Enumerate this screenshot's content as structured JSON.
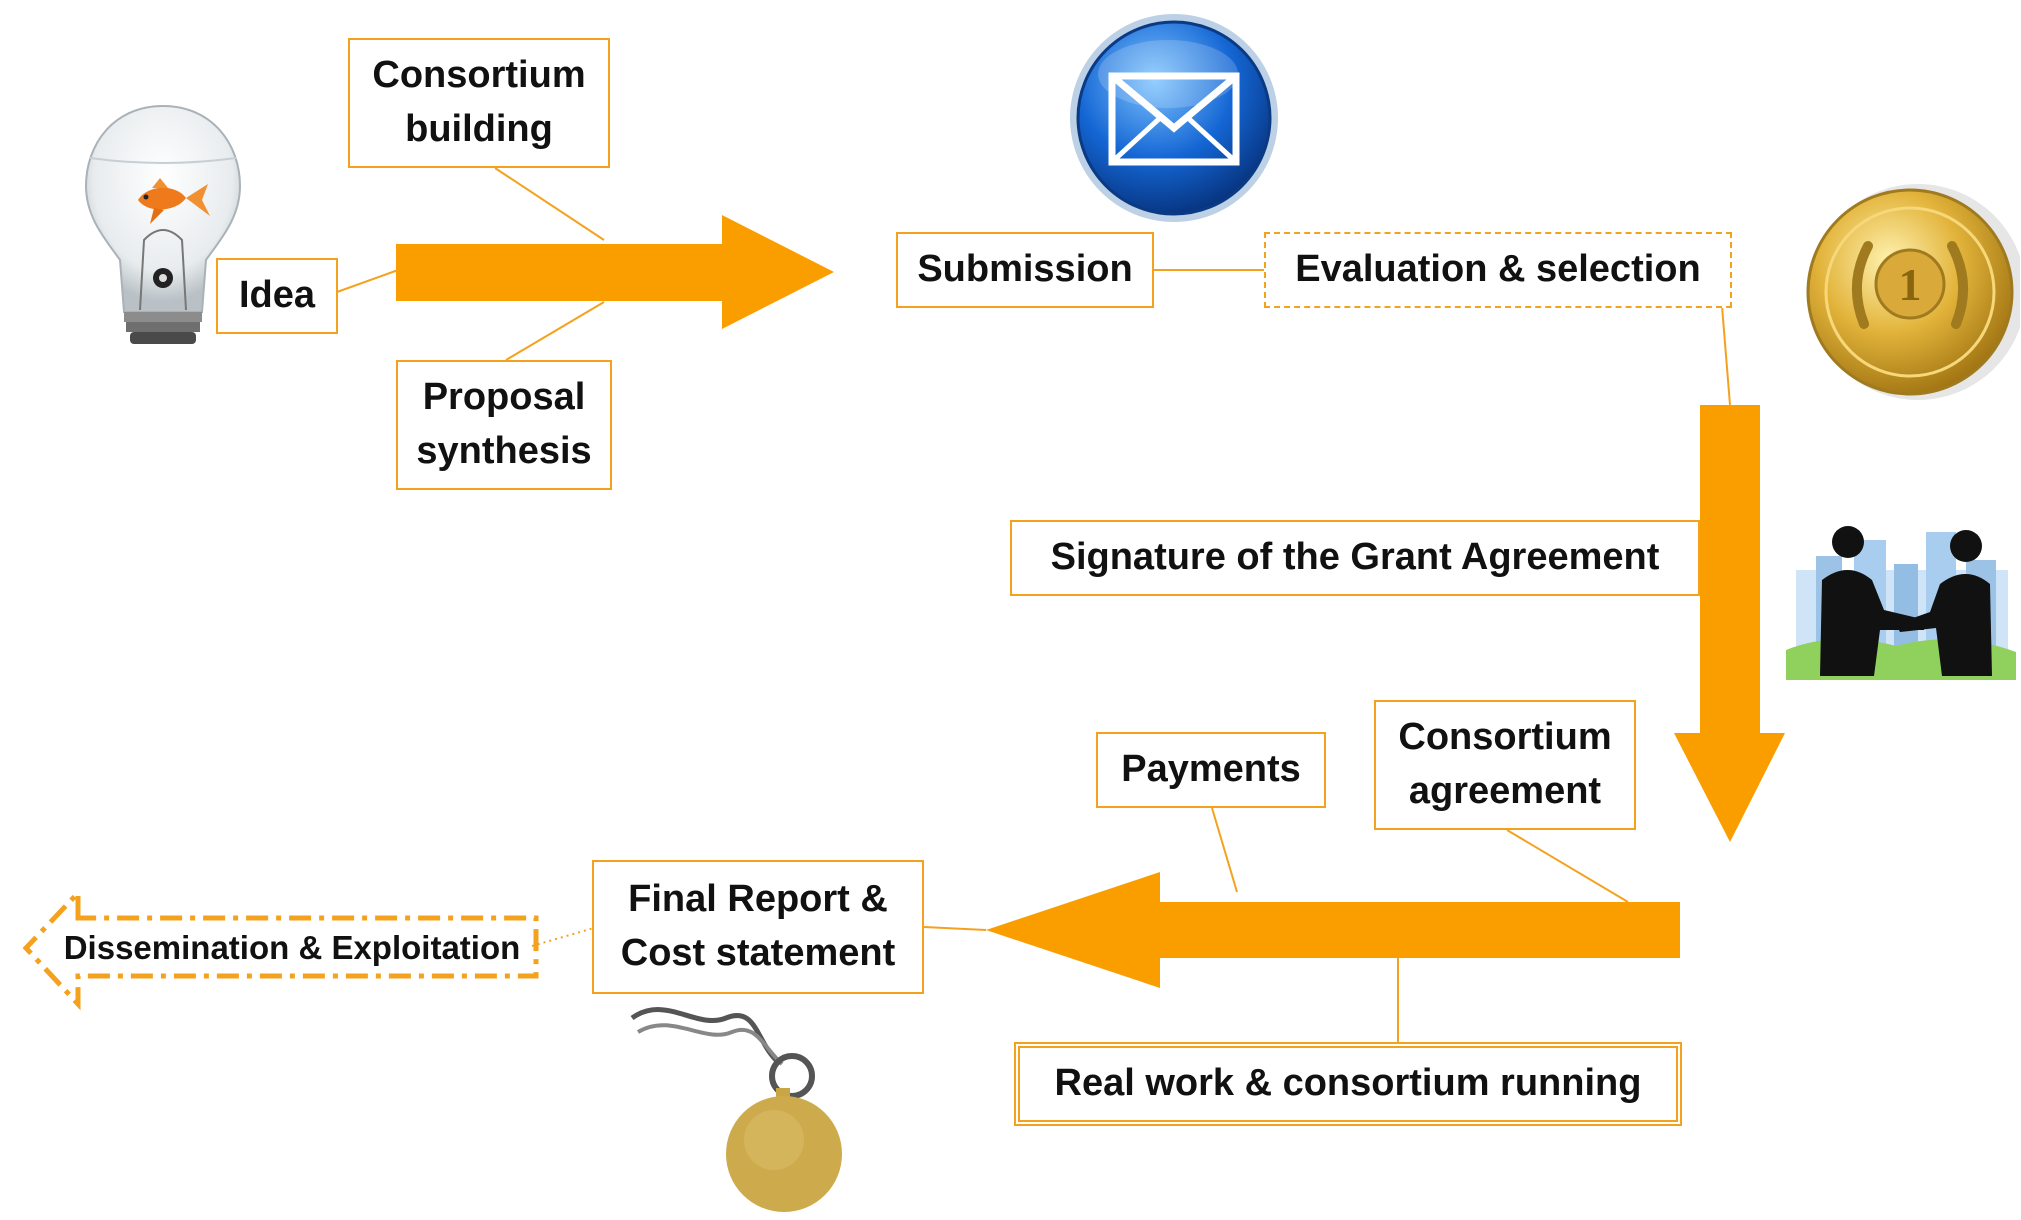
{
  "steps": {
    "idea": "Idea",
    "consortium_building": [
      "Consortium",
      "building"
    ],
    "proposal_synthesis": [
      "Proposal",
      "synthesis"
    ],
    "submission": "Submission",
    "evaluation": "Evaluation & selection",
    "signature": "Signature of the Grant Agreement",
    "consortium_agreement": [
      "Consortium",
      "agreement"
    ],
    "payments": "Payments",
    "final_report": [
      "Final Report &",
      "Cost statement"
    ],
    "real_work": "Real work & consortium running",
    "dissemination": "Dissemination & Exploitation"
  },
  "medal_digit": "1",
  "colors": {
    "arrow": "#fa9e00",
    "border": "#f4a21e",
    "text": "#111111"
  },
  "icons": [
    "lightbulb-goldfish-icon",
    "mail-envelope-icon",
    "gold-medal-icon",
    "handshake-icon",
    "stopwatch-icon"
  ]
}
